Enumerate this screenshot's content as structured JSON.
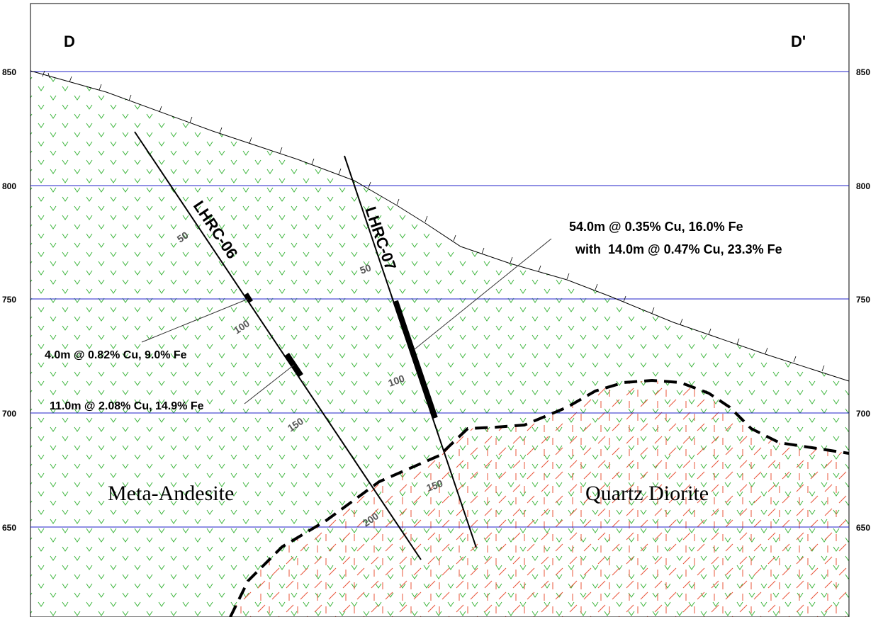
{
  "section": {
    "left_label": "D",
    "right_label": "D'",
    "elevations": [
      "850",
      "800",
      "750",
      "700",
      "650"
    ],
    "colors": {
      "andesite_pattern": "#3cb43c",
      "diorite_pattern": "#e8553a",
      "gridline": "#2020c8",
      "contact": "#000000"
    }
  },
  "rock_units": {
    "andesite": "Meta-Andesite",
    "diorite": "Quartz Diorite"
  },
  "drillholes": [
    {
      "name": "LHRC-06",
      "depth_marks": [
        "50",
        "100",
        "150",
        "200"
      ]
    },
    {
      "name": "LHRC-07",
      "depth_marks": [
        "50",
        "100",
        "150"
      ]
    }
  ],
  "intercepts": {
    "a": "4.0m @ 0.82% Cu, 9.0% Fe",
    "b": "11.0m @ 2.08% Cu, 14.9% Fe",
    "c_line1": "54.0m @ 0.35% Cu, 16.0% Fe",
    "c_line2": "with  14.0m @ 0.47% Cu, 23.3% Fe"
  }
}
